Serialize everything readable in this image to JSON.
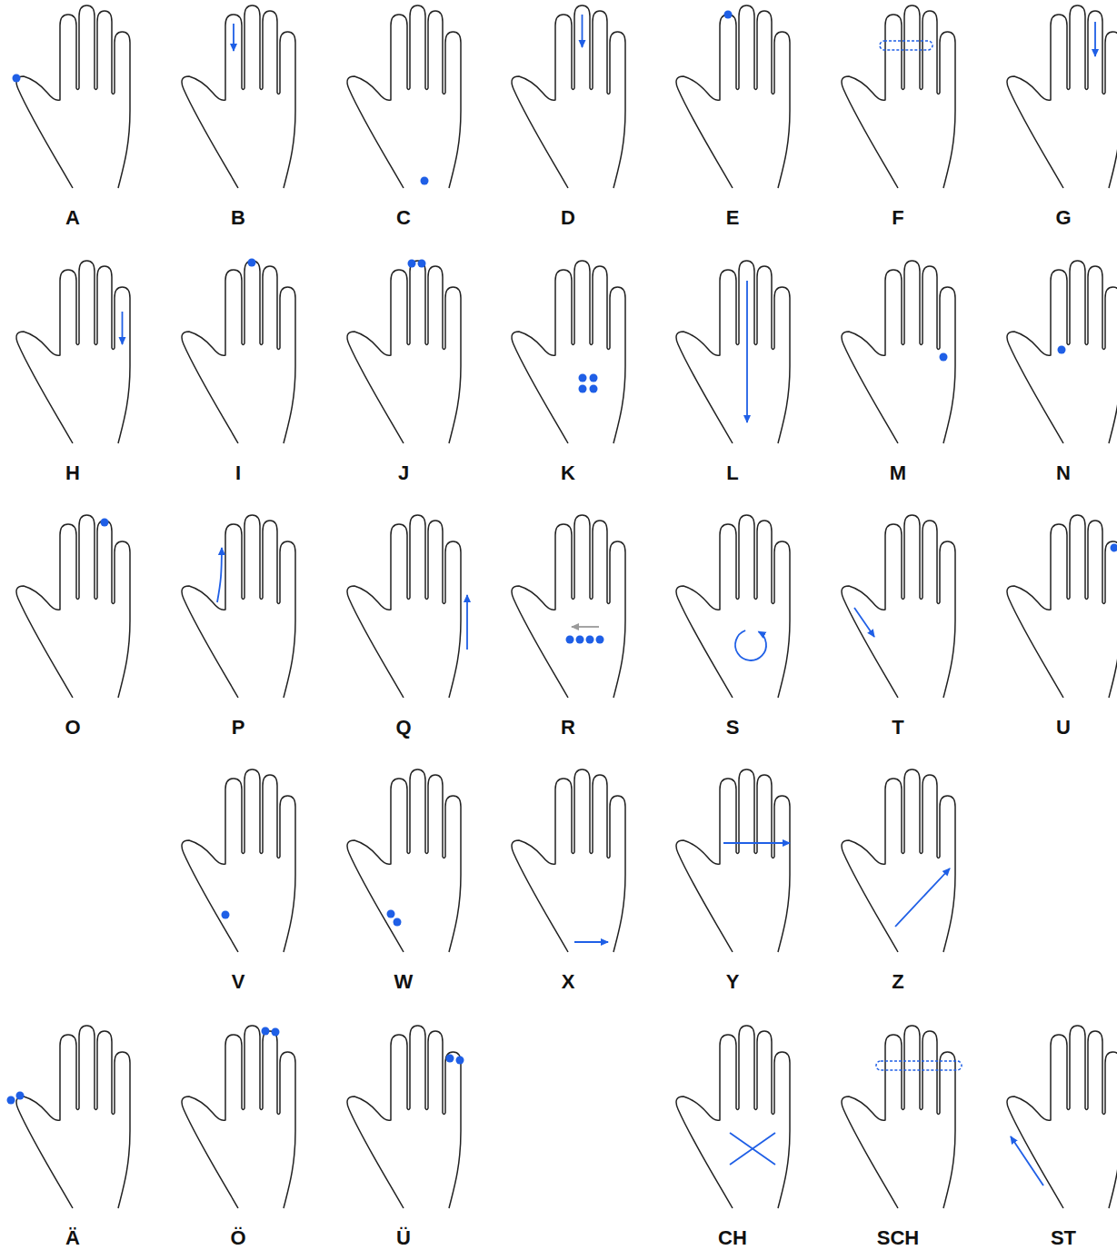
{
  "diagram": {
    "labels": [
      "A",
      "B",
      "C",
      "D",
      "E",
      "F",
      "G",
      "H",
      "I",
      "J",
      "K",
      "L",
      "M",
      "N",
      "O",
      "P",
      "Q",
      "R",
      "S",
      "T",
      "U",
      "V",
      "W",
      "X",
      "Y",
      "Z",
      "Ä",
      "Ö",
      "Ü",
      "CH",
      "SCH",
      "ST"
    ]
  }
}
